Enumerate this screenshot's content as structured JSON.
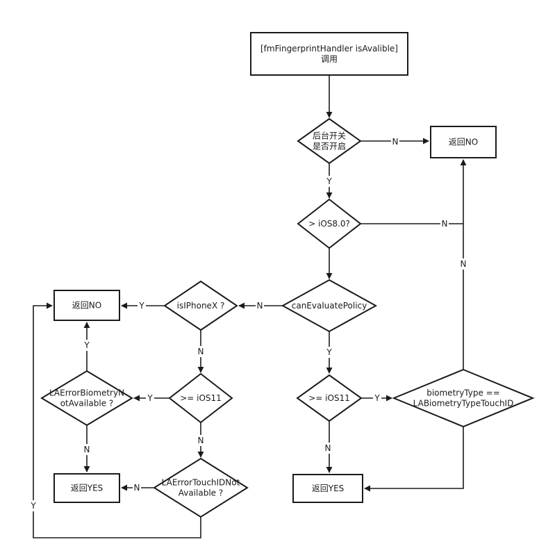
{
  "nodes": {
    "start": [
      "[fmFingerprintHandler isAvalible]",
      "调用"
    ],
    "switch": [
      "后台开关",
      "是否开启"
    ],
    "return_no_top": [
      "返回NO"
    ],
    "ios8": [
      "> iOS8.0?"
    ],
    "can_evaluate": [
      "canEvaluatePolicy"
    ],
    "is_iphonex": [
      "isIPhoneX ?"
    ],
    "return_no_left": [
      "返回NO"
    ],
    "ios11_left": [
      ">= iOS11"
    ],
    "biometry_na": [
      "LAErrorBiometryN",
      "otAvailable ?"
    ],
    "return_yes_left": [
      "返回YES"
    ],
    "touchid_na": [
      "LAErrorTouchIDNot",
      "Available ?"
    ],
    "ios11_right": [
      ">= iOS11"
    ],
    "biometry_type": [
      "biometryType ==",
      "LABiometryTypeTouchID"
    ],
    "return_yes_right": [
      "返回YES"
    ]
  },
  "edge_labels": {
    "switch_no": "N",
    "switch_yes": "Y",
    "ios8_no": "N",
    "biometry_type_no": "N",
    "can_eval_no": "N",
    "can_eval_yes": "Y",
    "iphonex_yes": "Y",
    "iphonex_no": "N",
    "ios11_left_yes": "Y",
    "ios11_left_no": "N",
    "biometry_na_yes": "Y",
    "biometry_na_no": "N",
    "touchid_na_no": "N",
    "touchid_na_yes": "Y",
    "ios11_right_yes": "Y",
    "ios11_right_no": "N"
  }
}
